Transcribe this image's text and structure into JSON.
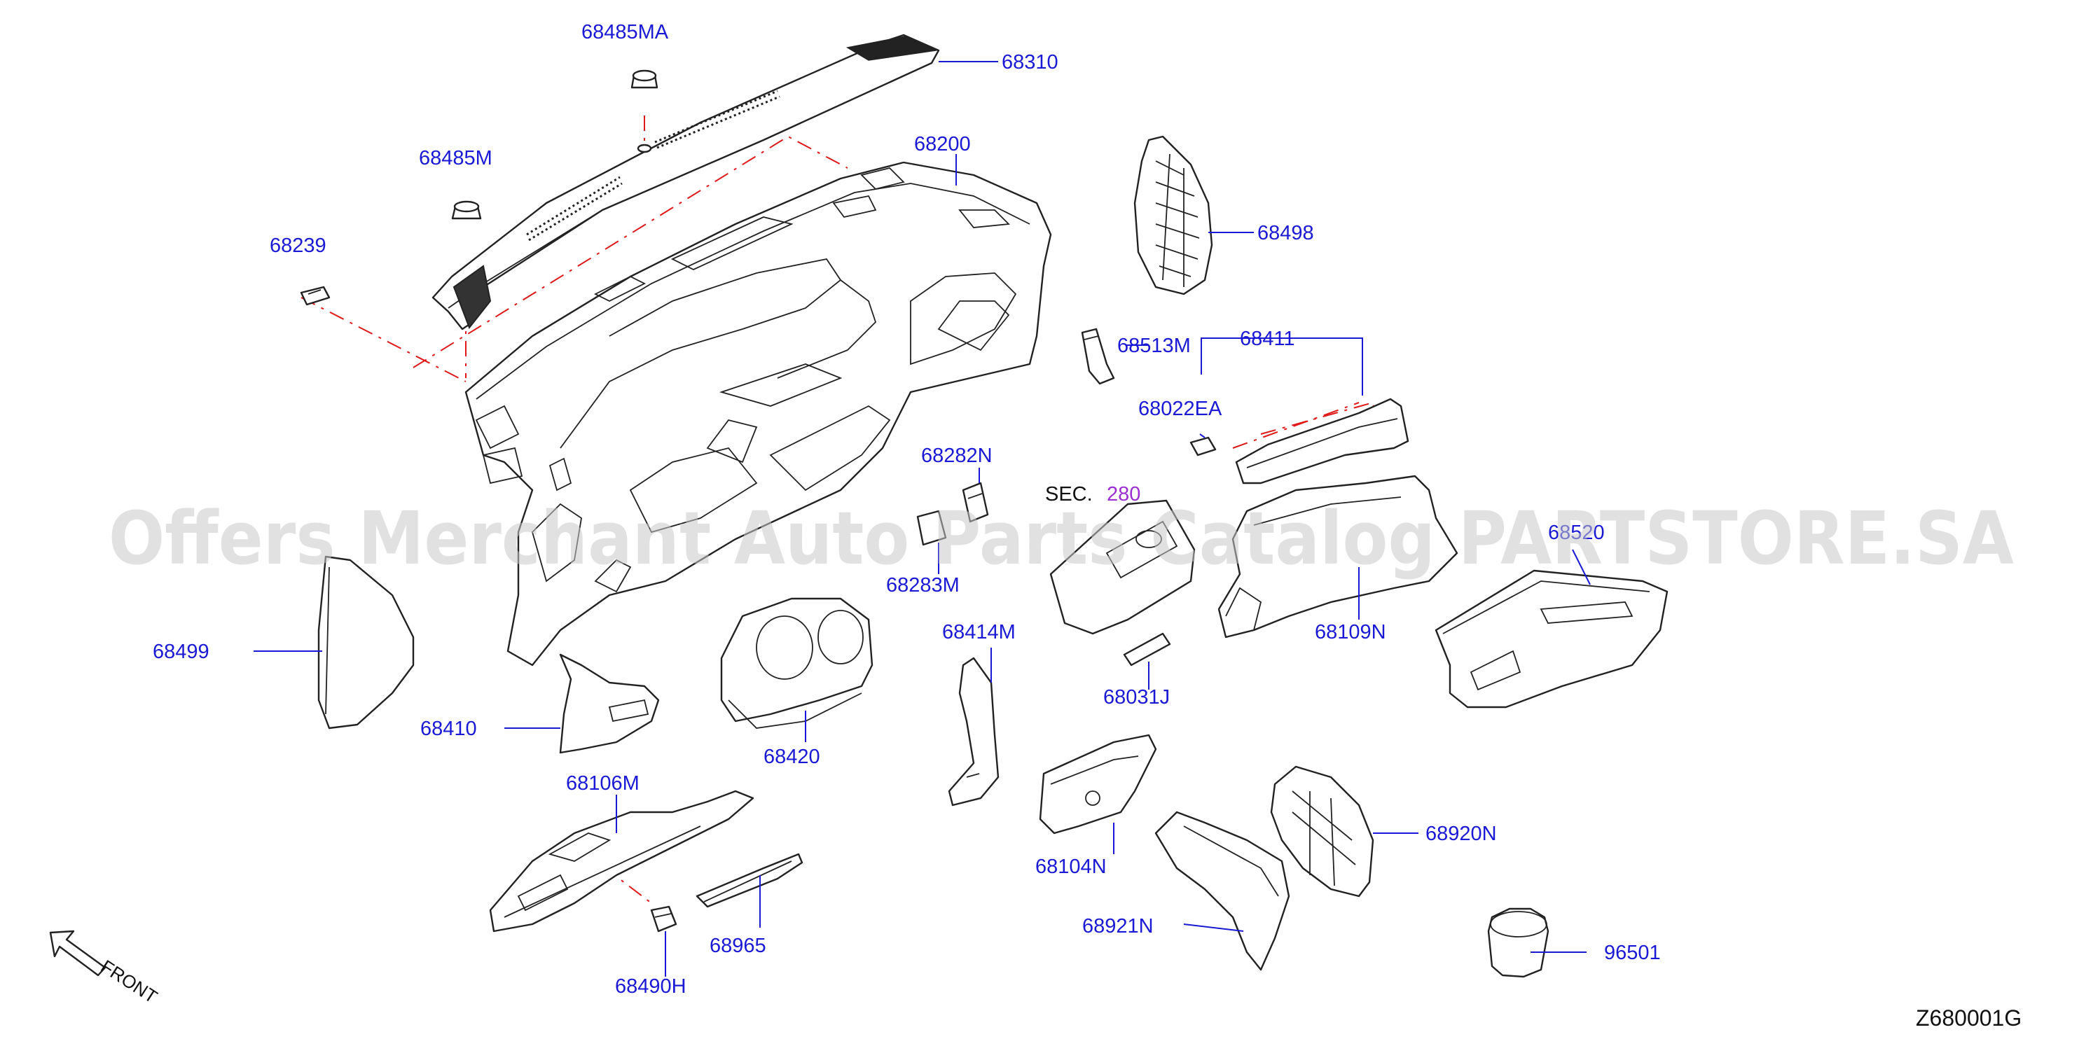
{
  "labels": {
    "p68485MA": "68485MA",
    "p68310": "68310",
    "p68485M": "68485M",
    "p68200": "68200",
    "p68239": "68239",
    "p68498": "68498",
    "p68411": "68411",
    "p68513M": "68513M",
    "p68022EA": "68022EA",
    "p68282N": "68282N",
    "sec_prefix": "SEC.",
    "sec_ref": "280",
    "p68520": "68520",
    "p68283M": "68283M",
    "p68109N": "68109N",
    "p68499": "68499",
    "p68414M": "68414M",
    "p68031J": "68031J",
    "p68410": "68410",
    "p68420": "68420",
    "p68106M": "68106M",
    "p68920N": "68920N",
    "p68104N": "68104N",
    "p68965": "68965",
    "p68921N": "68921N",
    "p96501": "96501",
    "p68490H": "68490H"
  },
  "front_label": "FRONT",
  "catalog_code": "Z680001G",
  "watermark": "Offers Merchant Auto Parts Catalog PARTSTORE.SA",
  "colors": {
    "label_blue": "#1a1ad6",
    "section_ref_purple": "#9b2fd0",
    "centerline_red": "#e01818",
    "line_art": "#222222"
  }
}
